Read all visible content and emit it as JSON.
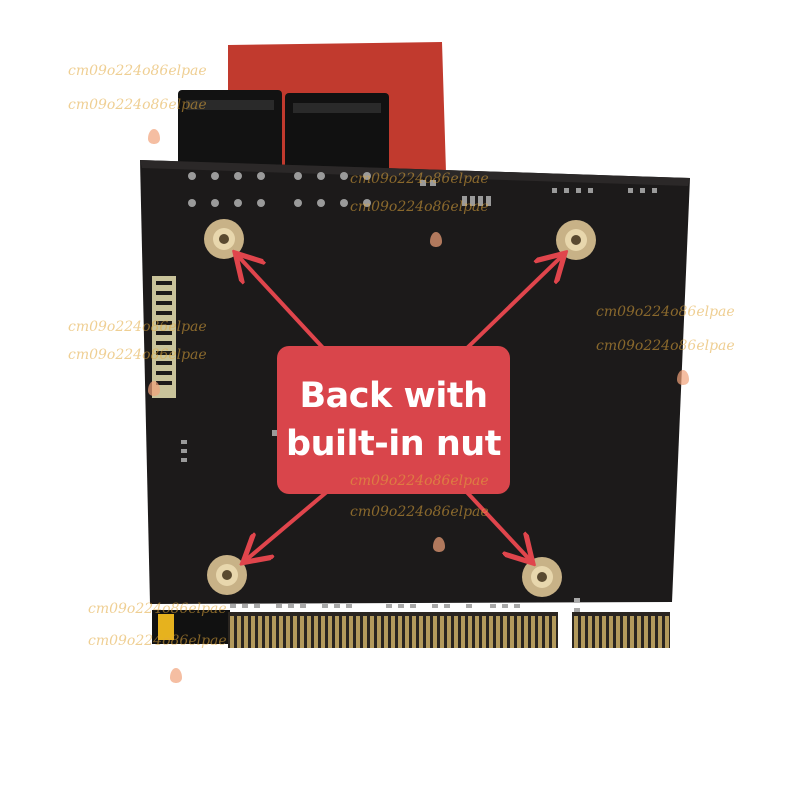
{
  "caption": {
    "line1": "Back with",
    "line2": "built-in nut"
  },
  "watermark": {
    "text": "cm09o224o86elpae"
  },
  "colors": {
    "board": "#1c1a1a",
    "caption_bg": "#d9454b",
    "arrow": "#e0454c",
    "gold_fingers": "#b39a5c",
    "watermark": "#e2a83c"
  }
}
